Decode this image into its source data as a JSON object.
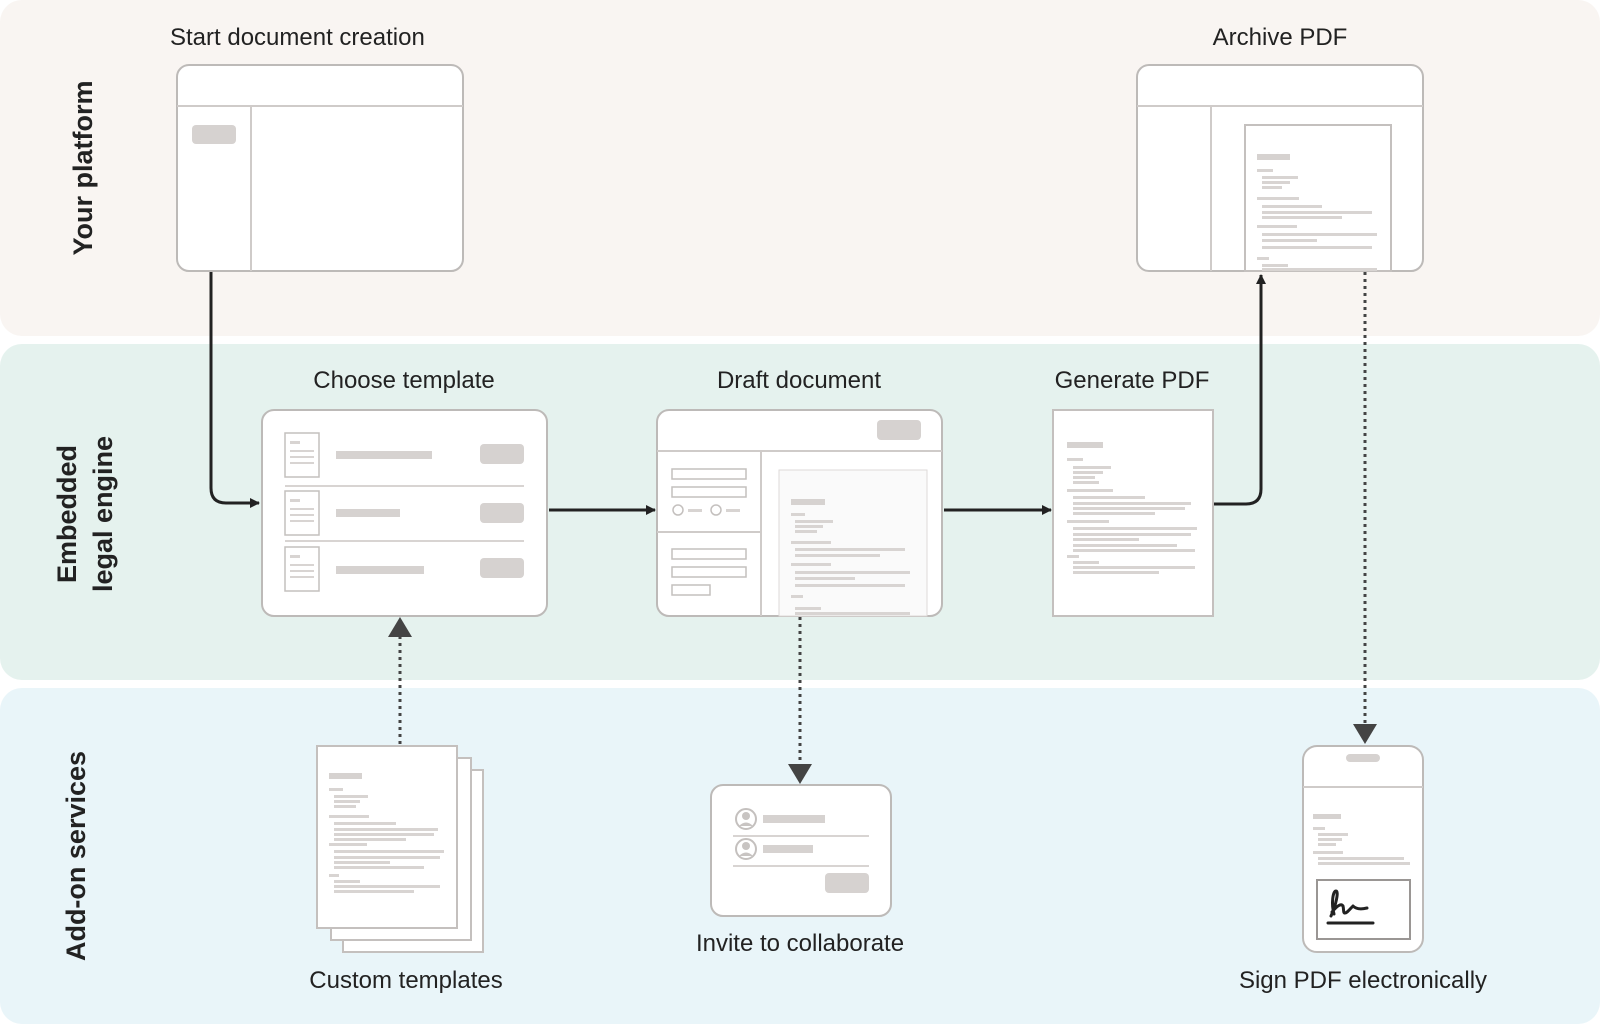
{
  "lanes": {
    "platform": "Your platform",
    "engine": "Embedded\nlegal engine",
    "addons": "Add-on services"
  },
  "steps": {
    "start": "Start document creation",
    "archive": "Archive PDF",
    "choose": "Choose template",
    "draft": "Draft document",
    "generate": "Generate PDF",
    "custom": "Custom templates",
    "invite": "Invite to collaborate",
    "sign": "Sign PDF electronically"
  },
  "colors": {
    "platform_lane": "#f9f5f2",
    "engine_lane": "#e5f2ee",
    "addons_lane": "#e9f5f9",
    "arrow": "#222222",
    "dotted_arrow": "#444444",
    "placeholder": "#d6d2d0"
  },
  "icons": {
    "signature": "signature-icon",
    "user": "user-avatar-icon"
  }
}
